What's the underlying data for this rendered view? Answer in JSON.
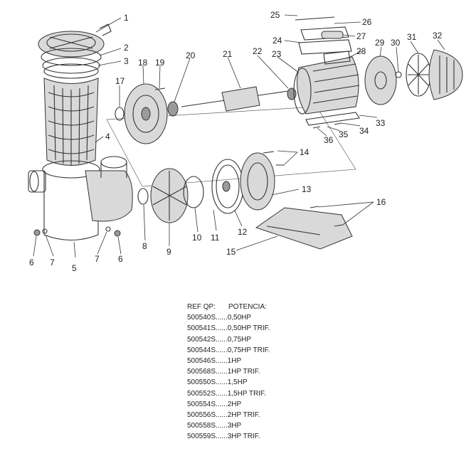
{
  "diagram": {
    "part_numbers": [
      "1",
      "2",
      "3",
      "4",
      "5",
      "6",
      "6",
      "7",
      "7",
      "8",
      "9",
      "10",
      "11",
      "12",
      "13",
      "14",
      "15",
      "16",
      "17",
      "18",
      "19",
      "20",
      "21",
      "22",
      "23",
      "24",
      "25",
      "26",
      "27",
      "28",
      "29",
      "30",
      "31",
      "32",
      "33",
      "34",
      "35",
      "36"
    ]
  },
  "table": {
    "header_ref": "REF QP:",
    "header_power": "POTENCIA:",
    "rows": [
      {
        "ref": "500540S",
        "dots": "......",
        "power": "0,50HP"
      },
      {
        "ref": "500541S",
        "dots": "......",
        "power": "0,50HP TRIF."
      },
      {
        "ref": "500542S",
        "dots": "......",
        "power": "0,75HP"
      },
      {
        "ref": "500544S",
        "dots": "......",
        "power": "0,75HP TRIF."
      },
      {
        "ref": "500546S",
        "dots": "......",
        "power": "1HP"
      },
      {
        "ref": "500568S",
        "dots": "......",
        "power": "1HP TRIF."
      },
      {
        "ref": "500550S",
        "dots": "......",
        "power": "1,5HP"
      },
      {
        "ref": "500552S",
        "dots": "......",
        "power": "1,5HP TRIF."
      },
      {
        "ref": "500554S",
        "dots": "......",
        "power": "2HP"
      },
      {
        "ref": "500556S",
        "dots": "......",
        "power": "2HP TRIF."
      },
      {
        "ref": "500558S",
        "dots": "......",
        "power": "3HP"
      },
      {
        "ref": "500559S",
        "dots": "......",
        "power": "3HP TRIF."
      }
    ]
  }
}
